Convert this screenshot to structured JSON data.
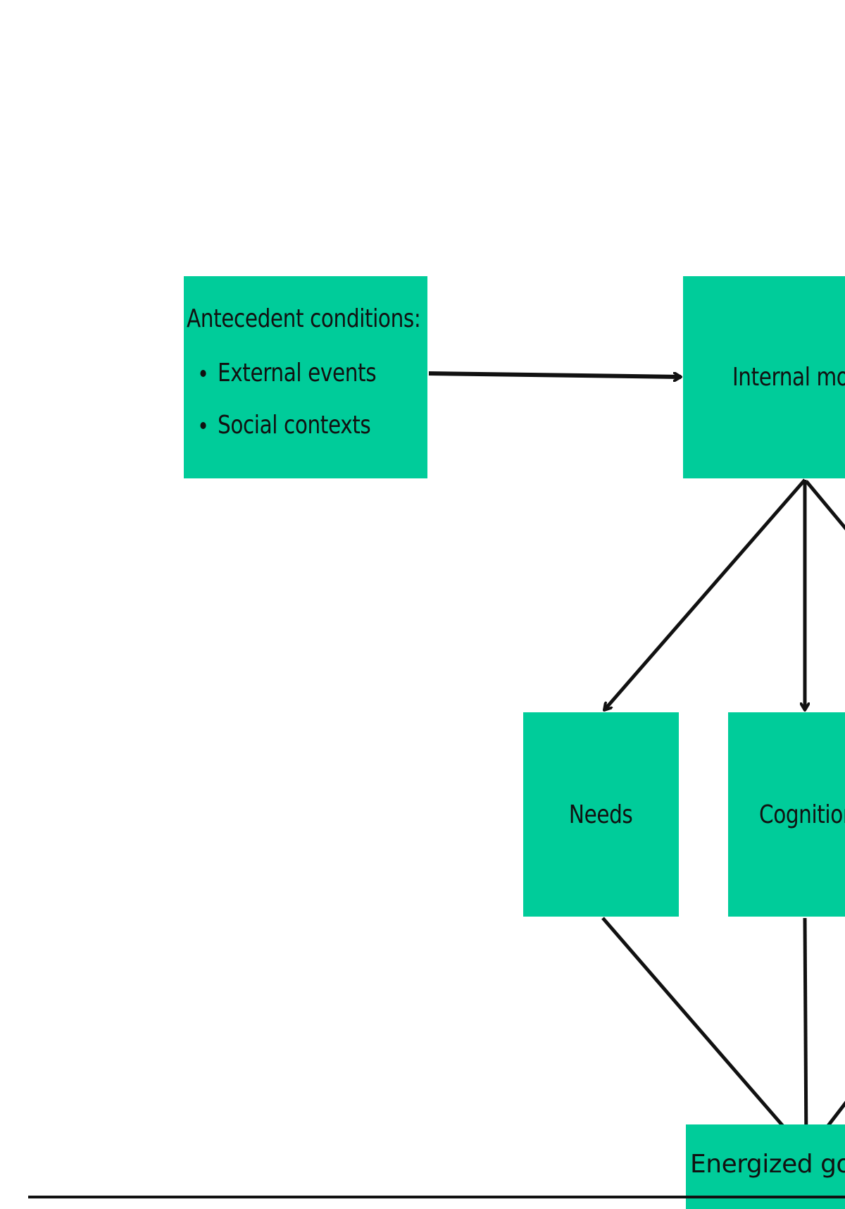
{
  "diagram": {
    "nodes": {
      "antecedent": {
        "title": "Antecedent conditions:",
        "bullets": [
          "External events",
          "Social contexts"
        ]
      },
      "internal_motives": {
        "label": "Internal mot"
      },
      "needs": {
        "label": "Needs"
      },
      "cognitions": {
        "label": "Cognition"
      },
      "energized_goal": {
        "label": "Energized goal"
      }
    },
    "edges": [
      {
        "from": "antecedent",
        "to": "internal_motives"
      },
      {
        "from": "internal_motives",
        "to": "needs"
      },
      {
        "from": "internal_motives",
        "to": "cognitions"
      },
      {
        "from": "internal_motives",
        "to": "offscreen-right"
      },
      {
        "from": "needs",
        "to": "energized_goal"
      },
      {
        "from": "cognitions",
        "to": "energized_goal"
      },
      {
        "from": "offscreen-right",
        "to": "energized_goal"
      }
    ],
    "colors": {
      "box_fill": "#00cc9a",
      "line": "#111111",
      "background": "#ffffff"
    }
  }
}
